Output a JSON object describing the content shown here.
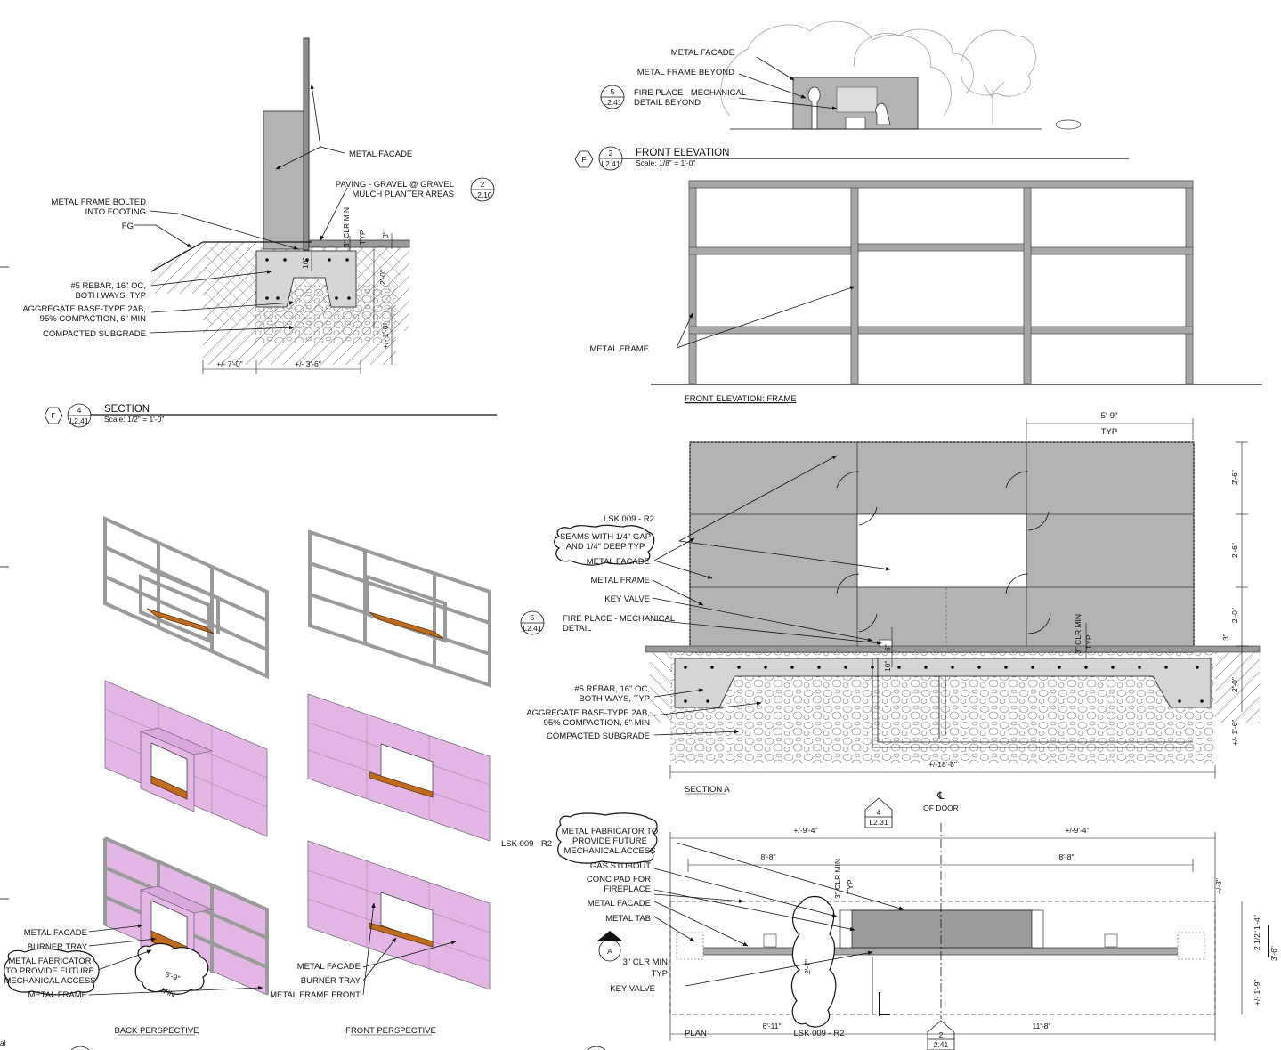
{
  "sheet": {
    "left_edge_text": "al"
  },
  "section4": {
    "title": "SECTION",
    "scale": "Scale: 1/2\" = 1'-0\"",
    "grid": "F",
    "num": "4",
    "sheet_ref": "L2.41",
    "labels": {
      "metal_facade": "METAL FACADE",
      "paving1": "PAVING - GRAVEL @ GRAVEL",
      "paving2": "MULCH PLANTER AREAS",
      "paving_ref_num": "2",
      "paving_ref_sheet": "L2.10",
      "frame_bolted1": "METAL FRAME BOLTED",
      "frame_bolted2": "INTO FOOTING",
      "fg": "FG",
      "rebar1": "#5 REBAR, 16\" OC,",
      "rebar2": "BOTH WAYS, TYP",
      "agg1": "AGGREGATE BASE-TYPE 2AB,",
      "agg2": "95% COMPACTION, 6\" MIN",
      "subgrade": "COMPACTED SUBGRADE"
    },
    "dims": {
      "clr": "3\" CLR MIN",
      "typ": "TYP",
      "d3": "3\"",
      "d10": "10\"",
      "d20": "2'-0\"",
      "d16": "+/- 1'-6\"",
      "d70": "+/- 7'-0\"",
      "d36": "+/- 3'-6\""
    }
  },
  "elev2": {
    "title": "FRONT ELEVATION",
    "scale": "Scale: 1/8\" = 1'-0\"",
    "grid": "F",
    "num": "2",
    "sheet_ref": "L2.41",
    "labels": {
      "metal_facade": "METAL FACADE",
      "frame_beyond": "METAL FRAME BEYOND",
      "fp1": "FIRE PLACE - MECHANICAL",
      "fp2": "DETAIL BEYOND",
      "ref_num": "5",
      "ref_sheet": "L2.41"
    }
  },
  "frame_elev": {
    "caption": "FRONT ELEVATION: FRAME",
    "label": "METAL FRAME"
  },
  "sectionA": {
    "caption": "SECTION A",
    "labels": {
      "lsk": "LSK 009 - R2",
      "seams1": "SEAMS WITH 1/4\" GAP",
      "seams2": "AND 1/4\" DEEP TYP",
      "metal_facade": "METAL FACADE",
      "metal_frame": "METAL FRAME",
      "key_valve": "KEY VALVE",
      "fp1": "FIRE PLACE - MECHANICAL",
      "fp2": "DETAIL",
      "ref_num": "5",
      "ref_sheet": "L2.41",
      "rebar1": "#5 REBAR, 16\" OC,",
      "rebar2": "BOTH WAYS, TYP",
      "agg1": "AGGREGATE BASE-TYPE 2AB,",
      "agg2": "95% COMPACTION, 6\" MIN",
      "subgrade": "COMPACTED SUBGRADE"
    },
    "dims": {
      "w59": "5'-9\"",
      "typ": "TYP",
      "h26a": "2'-6\"",
      "h26b": "2'-6\"",
      "h20": "2'-0\"",
      "d3": "3\"",
      "clr": "3\" CLR MIN",
      "typ2": "TYP",
      "d6": "6\"",
      "d10": "10\"",
      "h20b": "2'-0\"",
      "d16": "+/- 1'-6\"",
      "w188": "+/-18'-8\""
    }
  },
  "plan": {
    "caption": "PLAN",
    "labels": {
      "lsk_left": "LSK 009 - R2",
      "fab1": "METAL FABRICATOR TO",
      "fab2": "PROVIDE FUTURE",
      "fab3": "MECHANICAL ACCESS",
      "gas": "GAS STUBOUT",
      "conc1": "CONC PAD FOR",
      "conc2": "FIREPLACE",
      "metal_facade": "METAL FACADE",
      "metal_tab": "METAL TAB",
      "clr": "3\" CLR MIN",
      "typ": "TYP",
      "key_valve": "KEY VALVE",
      "cl": "℄",
      "of_door": "OF DOOR",
      "sec_a": "A",
      "ref4_num": "4",
      "ref4_sheet": "L2.31",
      "ref2_num": "2",
      "ref2_sheet": "2.41",
      "lsk_bottom": "LSK 009 - R2",
      "clr_v": "3\" CLR MIN",
      "typ_v": "TYP"
    },
    "dims": {
      "w94a": "+/-9'-4\"",
      "w94b": "+/-9'-4\"",
      "w88a": "8'-8\"",
      "w88b": "8'-8\"",
      "w611": "6'-11\"",
      "w118": "11'-8\"",
      "d27": "2'-7\"",
      "d3": "+/-3\"",
      "d14": "1'-4\"",
      "d212": "2 1/2\"",
      "d19": "+/- 1'-9\"",
      "d3r": "3'-6\""
    }
  },
  "perspectives": {
    "back_caption": "BACK PERSPECTIVE",
    "front_caption": "FRONT PERSPECTIVE",
    "back_labels": {
      "metal_facade": "METAL FACADE",
      "burner_tray": "BURNER TRAY",
      "fab1": "METAL FABRICATOR",
      "fab2": "TO PROVIDE FUTURE",
      "fab3": "MECHANICAL ACCESS",
      "metal_frame": "METAL FRAME",
      "min_dim": "3'-9\"",
      "min": "MIN"
    },
    "front_labels": {
      "metal_facade": "METAL FACADE",
      "burner_tray": "BURNER TRAY",
      "frame_front": "METAL FRAME FRONT"
    }
  }
}
